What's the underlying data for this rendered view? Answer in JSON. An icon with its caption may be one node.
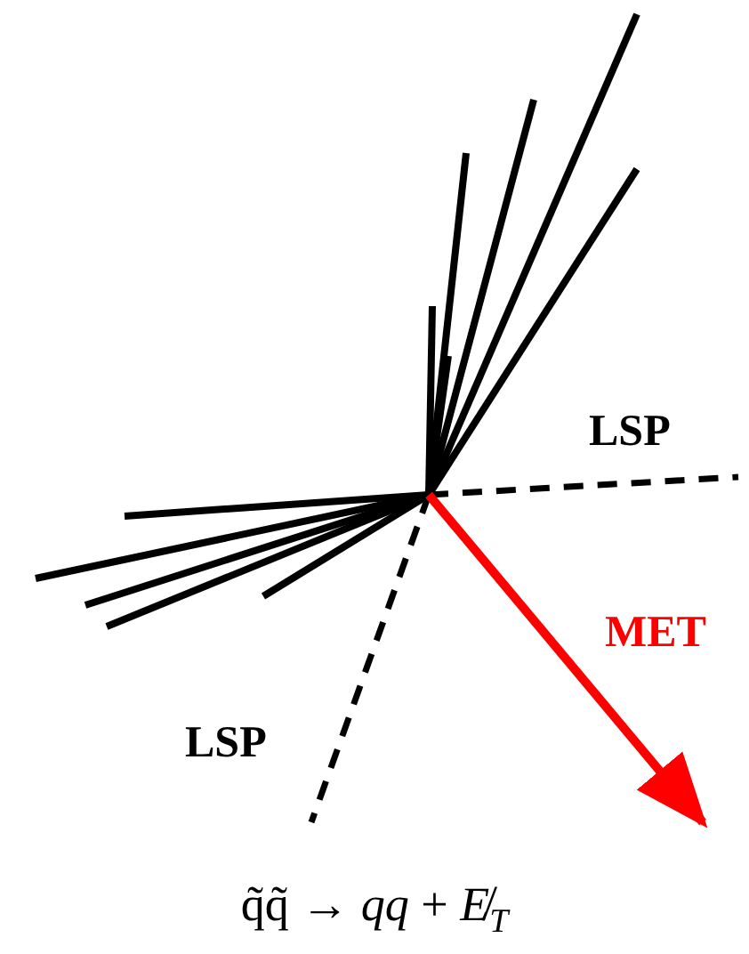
{
  "diagram": {
    "caption": "q̃q̃ → *qq* + *E̸*$_{T}$",
    "labels": [
      "LSP",
      "MET",
      "LSP"
    ]
  }
}
